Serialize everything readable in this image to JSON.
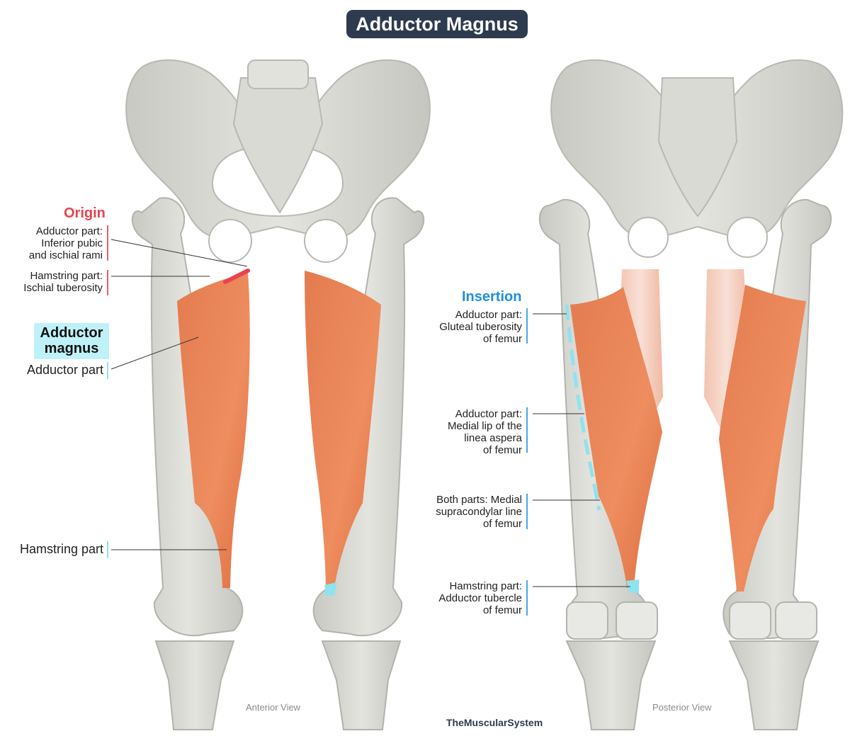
{
  "title": "Adductor Magnus",
  "origin": {
    "heading": "Origin",
    "adductor_part": "Adductor part:\nInferior pubic\nand ischial rami",
    "hamstring_part": "Hamstring part:\nIschial tuberosity"
  },
  "muscle_label": {
    "name": "Adductor\nmagnus",
    "adductor_part": "Adductor part",
    "hamstring_part": "Hamstring part"
  },
  "insertion": {
    "heading": "Insertion",
    "items": [
      "Adductor part:\nGluteal tuberosity\nof femur",
      "Adductor part:\nMedial lip of the\nlinea aspera\nof femur",
      "Both parts: Medial\nsupracondylar line\nof femur",
      "Hamstring part:\nAdductor tubercle\nof femur"
    ]
  },
  "views": {
    "anterior": "Anterior View",
    "posterior": "Posterior View"
  },
  "brand": "TheMuscularSystem",
  "colors": {
    "muscle": "#e8774a",
    "bone": "#dcdcd6",
    "origin_accent": "#e8434f",
    "insertion_accent": "#1e8fe0",
    "highlight": "#8fe3ee"
  }
}
